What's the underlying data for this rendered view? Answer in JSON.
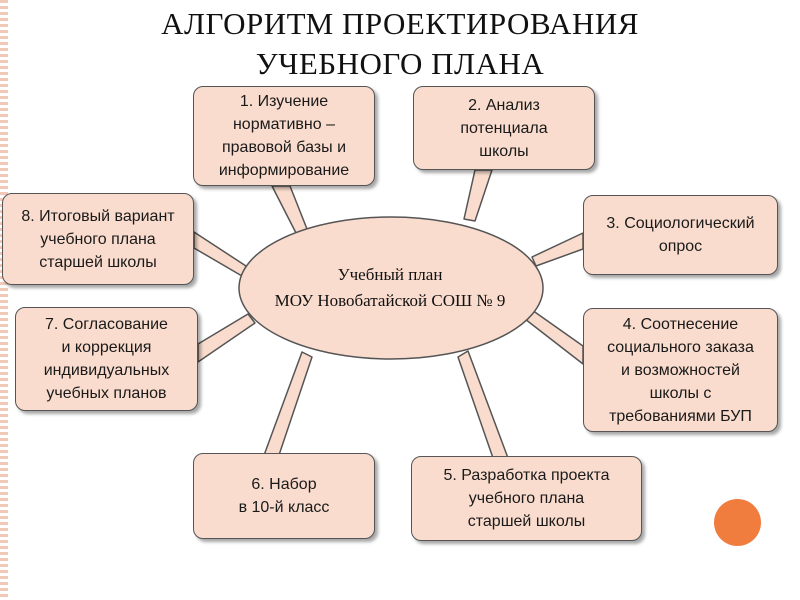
{
  "title": {
    "line1": "АЛГОРИТМ ПРОЕКТИРОВАНИЯ",
    "line2": "УЧЕБНОГО ПЛАНА"
  },
  "center": {
    "line1": "Учебный план",
    "line2": "МОУ Новобатайской СОШ № 9"
  },
  "steps": [
    {
      "label": "1.  Изучение\nнормативно –\nправовой базы и\nинформирование"
    },
    {
      "label": "2. Анализ\nпотенциала\nшколы"
    },
    {
      "label": "3. Социологический\nопрос"
    },
    {
      "label": "4. Соотнесение\nсоциального заказа\nи возможностей\nшколы с\nтребованиями БУП"
    },
    {
      "label": "5. Разработка проекта\nучебного плана\nстаршей школы"
    },
    {
      "label": "6. Набор\nв 10-й класс"
    },
    {
      "label": "7. Согласование\nи коррекция\nиндивидуальных\nучебных планов"
    },
    {
      "label": "8. Итоговый вариант\nучебного плана\nстаршей школы"
    }
  ],
  "colors": {
    "box_fill": "#f9dccd",
    "outline": "#555555",
    "accent_dot": "#f07c3e"
  }
}
